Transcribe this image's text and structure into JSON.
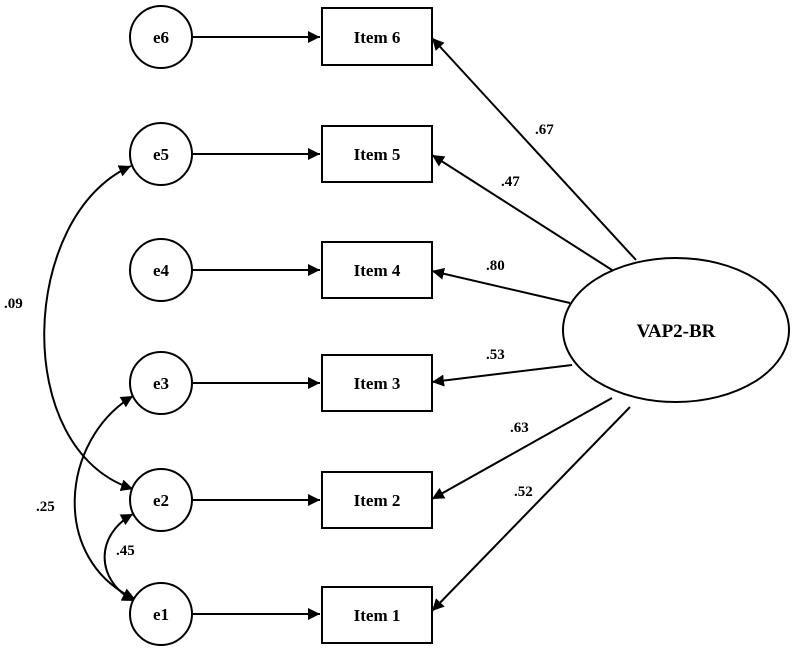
{
  "latent": {
    "label": "VAP2-BR"
  },
  "items": [
    {
      "label": "Item 6",
      "error": "e6",
      "loading": ".67"
    },
    {
      "label": "Item 5",
      "error": "e5",
      "loading": ".47"
    },
    {
      "label": "Item 4",
      "error": "e4",
      "loading": ".80"
    },
    {
      "label": "Item 3",
      "error": "e3",
      "loading": ".53"
    },
    {
      "label": "Item 2",
      "error": "e2",
      "loading": ".63"
    },
    {
      "label": "Item 1",
      "error": "e1",
      "loading": ".52"
    }
  ],
  "correlations": [
    {
      "from": "e5",
      "to": "e2",
      "value": ".09"
    },
    {
      "from": "e1",
      "to": "e3",
      "value": ".25"
    },
    {
      "from": "e1",
      "to": "e2",
      "value": ".45"
    }
  ]
}
